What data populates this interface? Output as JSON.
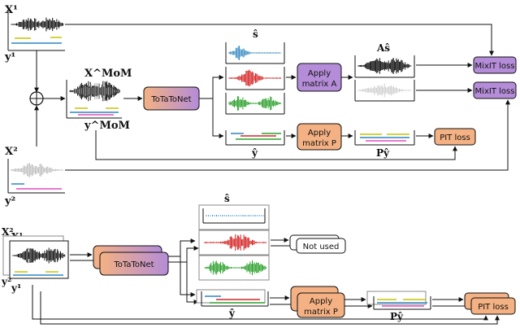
{
  "labels": {
    "x1": "X¹",
    "y1": "y¹",
    "xmom": "X^MoM",
    "ymom": "y^MoM",
    "x2": "X²",
    "y2": "y²",
    "s_hat_top": "ŝ",
    "a_s_hat": "Aŝ",
    "y_hat_top": "ŷ",
    "p_y_hat_top": "Pŷ",
    "x2_bottom": "X²",
    "x1_bottom": "X¹",
    "y2_bottom": "y²",
    "y1_bottom": "y¹",
    "s_hat_bottom": "ŝ",
    "y_hat_bottom": "ŷ",
    "p_y_hat_bottom": "Pŷ"
  },
  "boxes": {
    "totatonet_top": "ToTaToNet",
    "apply_a_line1": "Apply",
    "apply_a_line2": "matrix A",
    "apply_p_line1": "Apply",
    "apply_p_line2": "matrix P",
    "mixit_loss_1": "MixIT loss",
    "mixit_loss_2": "MixIT loss",
    "pit_loss_top": "PIT loss",
    "totatonet_bottom": "ToTaToNet",
    "not_used": "Not used",
    "apply_p_bottom_line1": "Apply",
    "apply_p_bottom_line2": "matrix P",
    "pit_loss_bottom": "PIT loss"
  },
  "colors": {
    "orange": "#f4b183",
    "purple": "#b48cd8",
    "blue": "#2e86c1",
    "red": "#d62728",
    "green": "#2ca02c",
    "gray": "#9e9e9e",
    "magenta": "#e04fc4",
    "yellow": "#c8c400"
  }
}
